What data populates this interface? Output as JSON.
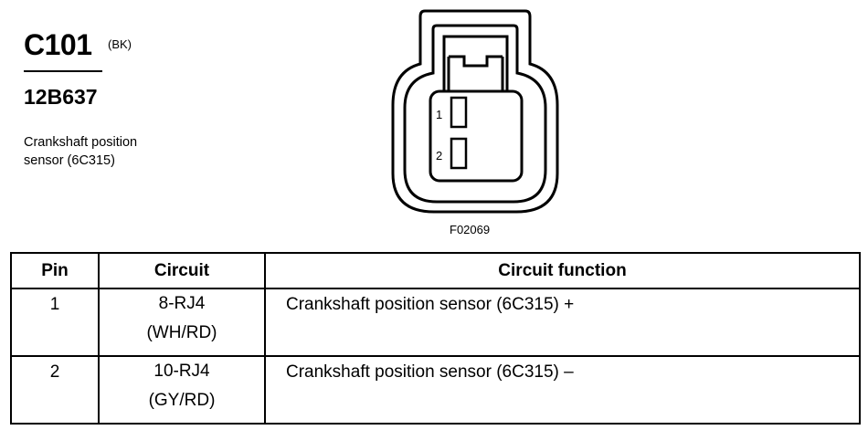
{
  "header": {
    "connector_id": "C101",
    "connector_color": "(BK)",
    "part_number": "12B637",
    "description_line1": "Crankshaft position",
    "description_line2": "sensor (6C315)"
  },
  "diagram": {
    "pin_labels": [
      "1",
      "2"
    ],
    "figure_id": "F02069"
  },
  "table": {
    "headers": [
      "Pin",
      "Circuit",
      "Circuit function"
    ],
    "rows": [
      {
        "pin": "1",
        "circuit": "8-RJ4",
        "wire": "(WH/RD)",
        "function": "Crankshaft position sensor (6C315) +"
      },
      {
        "pin": "2",
        "circuit": "10-RJ4",
        "wire": "(GY/RD)",
        "function": "Crankshaft position sensor (6C315) –"
      }
    ]
  }
}
